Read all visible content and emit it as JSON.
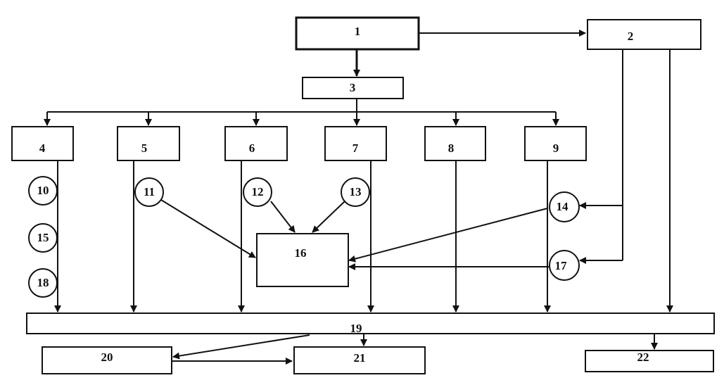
{
  "colors": {
    "ink": "#111111",
    "paper": "#ffffff"
  },
  "boxes": {
    "b1": "1",
    "b2": "2",
    "b3": "3",
    "b4": "4",
    "b5": "5",
    "b6": "6",
    "b7": "7",
    "b8": "8",
    "b9": "9",
    "b16": "16",
    "b19": "19",
    "b20": "20",
    "b21": "21",
    "b22": "22"
  },
  "circles": {
    "c10": "10",
    "c11": "11",
    "c12": "12",
    "c13": "13",
    "c14": "14",
    "c15": "15",
    "c17": "17",
    "c18": "18"
  }
}
